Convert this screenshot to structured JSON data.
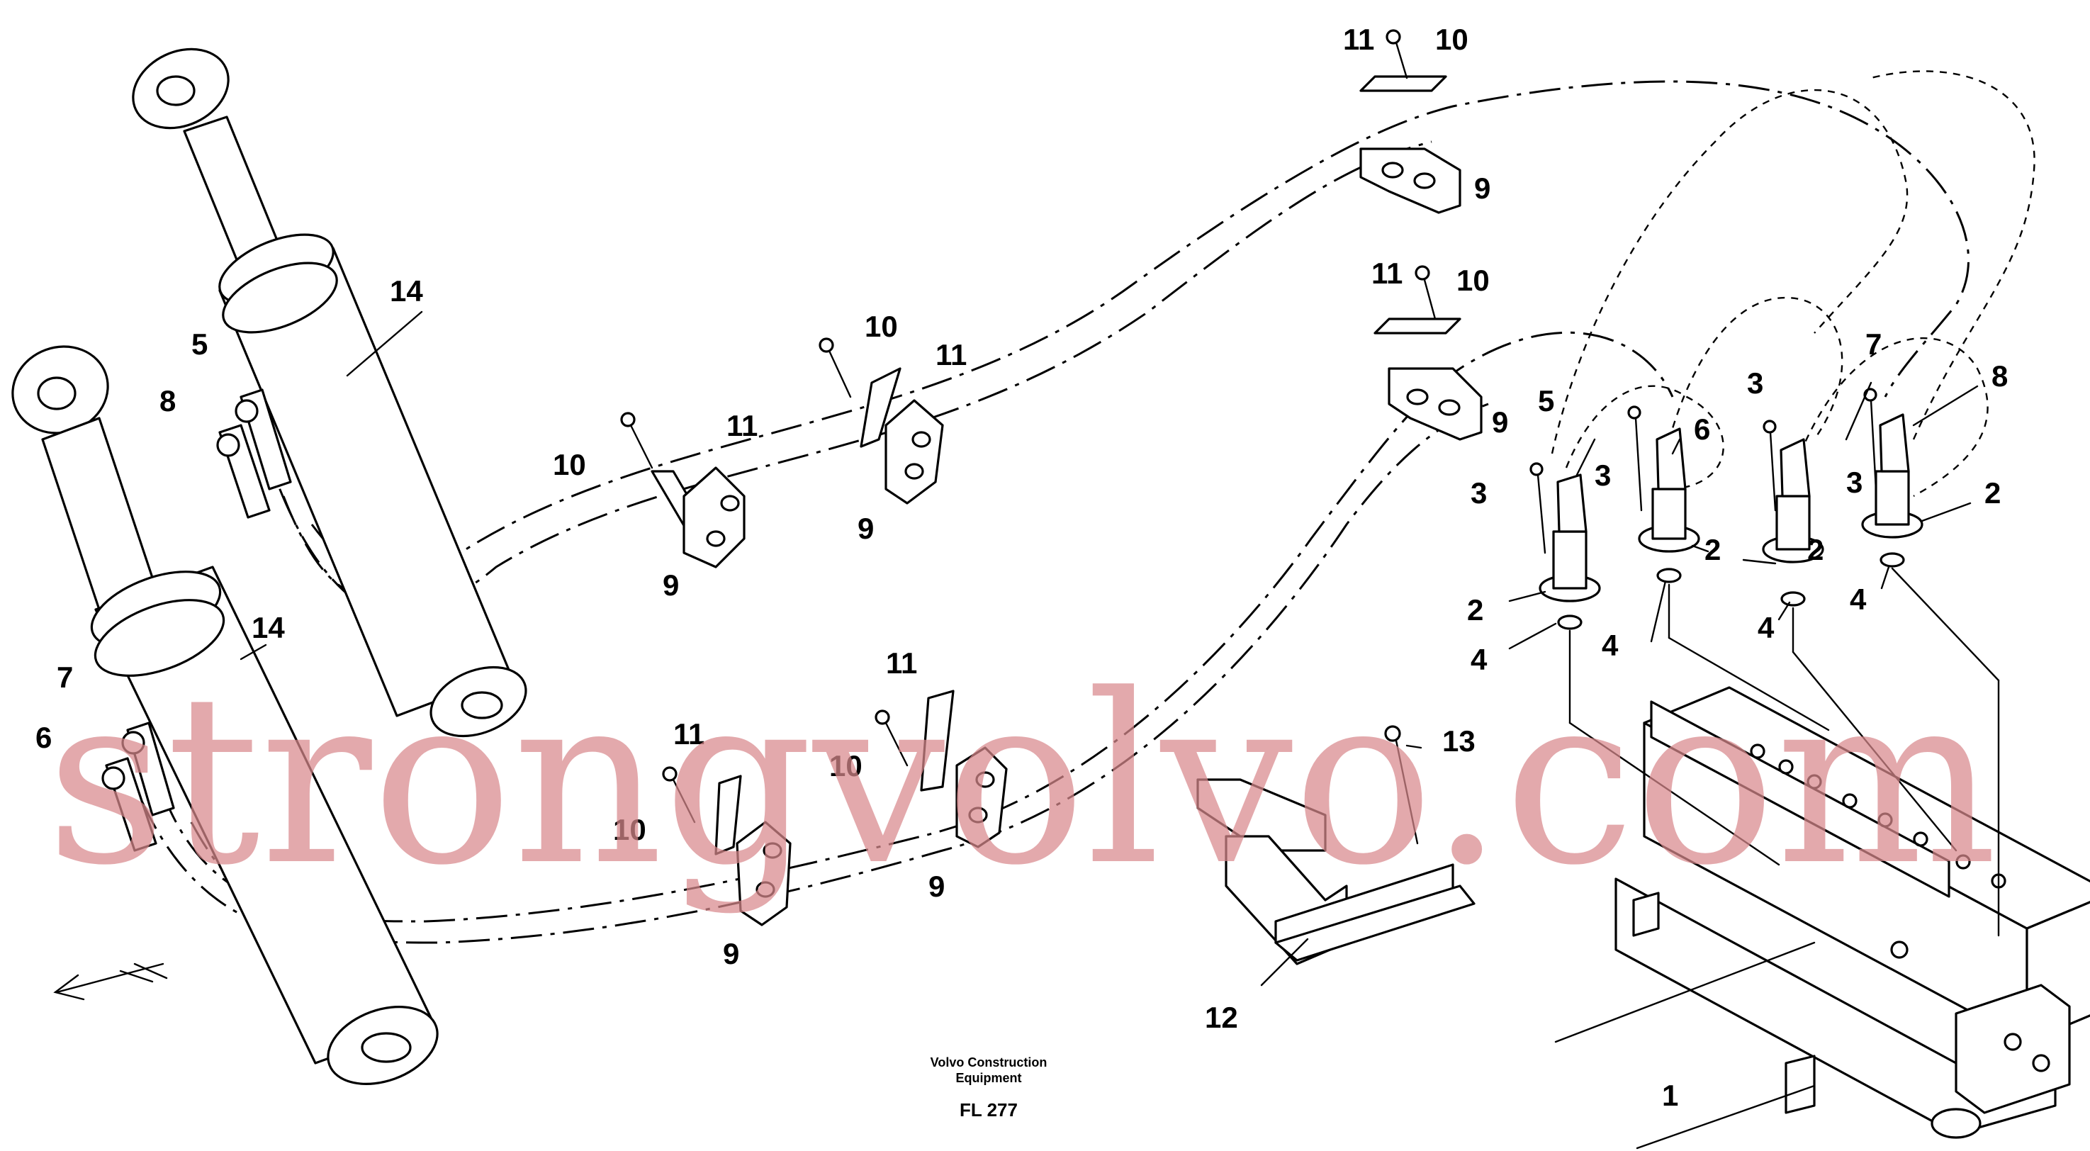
{
  "callouts": {
    "c1": "1",
    "c2a": "2",
    "c2b": "2",
    "c2c": "2",
    "c2d": "2",
    "c3a": "3",
    "c3b": "3",
    "c3c": "3",
    "c3d": "3",
    "c4a": "4",
    "c4b": "4",
    "c4c": "4",
    "c4d": "4",
    "c5a": "5",
    "c5b": "5",
    "c6a": "6",
    "c6b": "6",
    "c7a": "7",
    "c7b": "7",
    "c8a": "8",
    "c8b": "8",
    "c9a": "9",
    "c9b": "9",
    "c9c": "9",
    "c9d": "9",
    "c9e": "9",
    "c9f": "9",
    "c10a": "10",
    "c10b": "10",
    "c10c": "10",
    "c10d": "10",
    "c10e": "10",
    "c10f": "10",
    "c11a": "11",
    "c11b": "11",
    "c11c": "11",
    "c11d": "11",
    "c11e": "11",
    "c11f": "11",
    "c12": "12",
    "c13": "13",
    "c14a": "14",
    "c14b": "14"
  },
  "caption": {
    "line1": "Volvo Construction",
    "line2": "Equipment",
    "code": "FL 277"
  },
  "watermark": "strongvolvo.com",
  "colors": {
    "line": "#000000",
    "watermark": "#d9898d",
    "background": "#ffffff"
  }
}
